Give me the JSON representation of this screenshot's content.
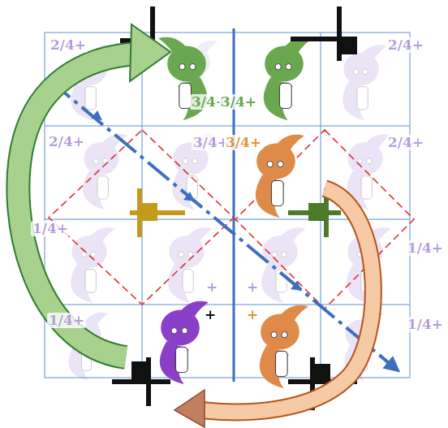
{
  "diagram": {
    "labels": [
      "2/4+",
      "2/4+",
      "1/4+",
      "1/4+",
      "3/4+",
      "3/4+",
      "3/4+",
      "3/4+",
      "2/4+",
      "2/4+",
      "1/4+",
      "1/4+",
      "+",
      "+",
      "+",
      "+"
    ]
  }
}
